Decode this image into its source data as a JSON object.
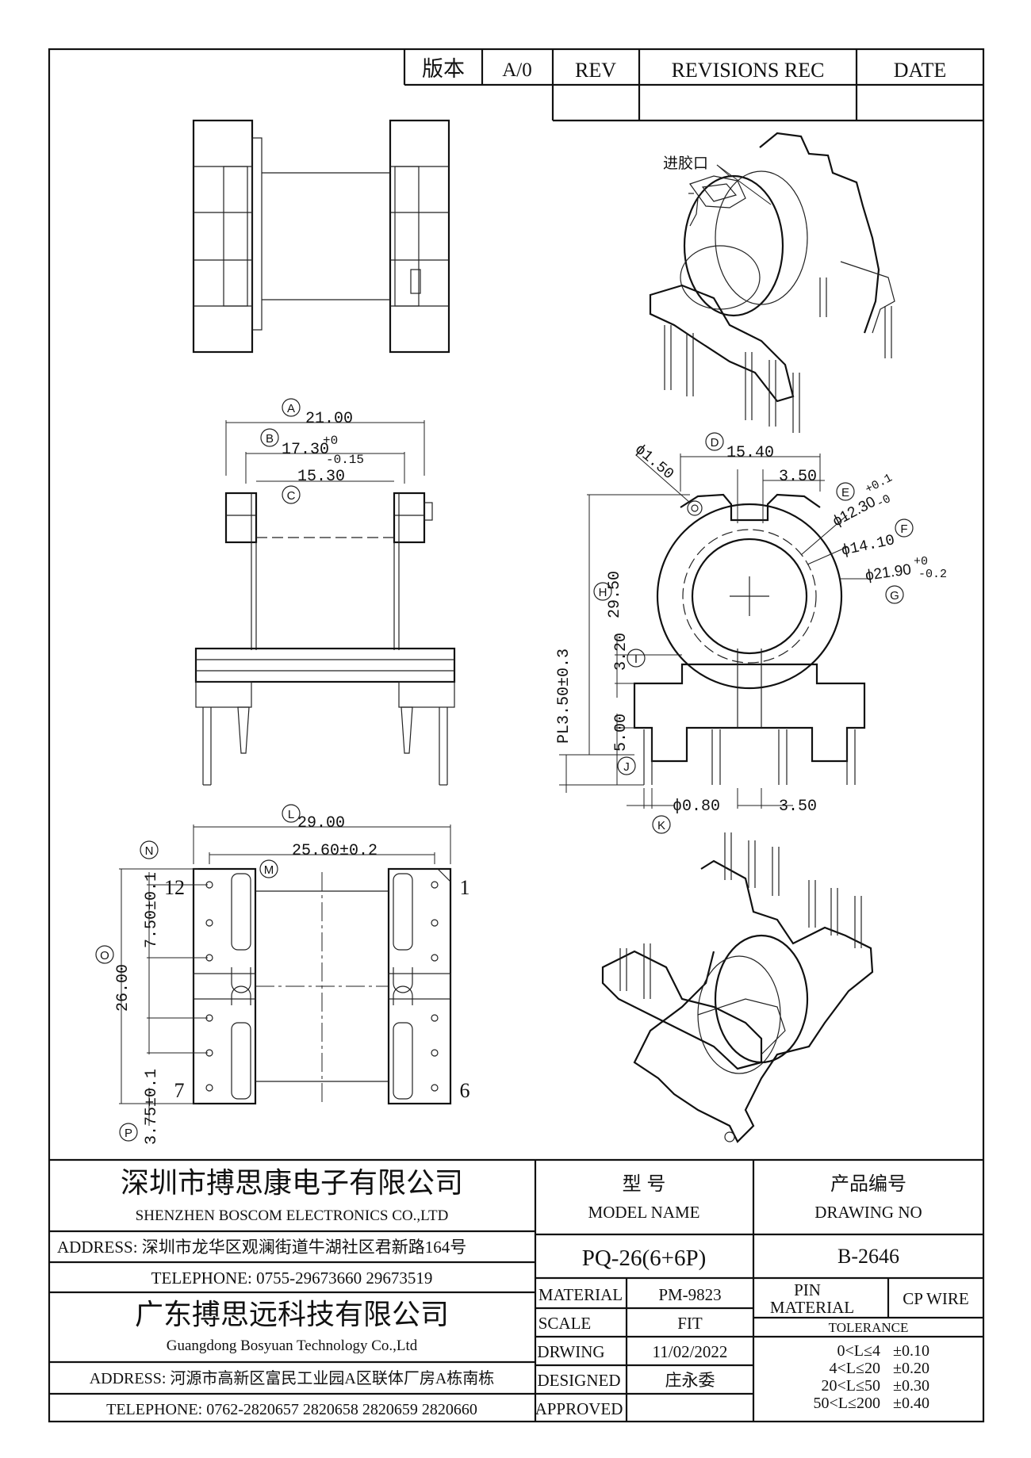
{
  "revision_table": {
    "version_label": "版本",
    "version_value": "A/0",
    "rev_label": "REV",
    "revisions_label": "REVISIONS REC",
    "date_label": "DATE"
  },
  "callouts": {
    "gate": "进胶口"
  },
  "side_view": {
    "A": "A",
    "A_value": "21.00",
    "B": "B",
    "B_value": "17.30",
    "B_tol_upper": "+0",
    "B_tol_lower": "-0.15",
    "C": "C",
    "C_value": "15.30"
  },
  "front_view": {
    "D": "D",
    "D_value": "15.40",
    "D_sub": "3.50",
    "hole_dia": "ϕ1.50",
    "E": "E",
    "E_value": "ϕ12.30",
    "E_tol_upper": "+0.1",
    "E_tol_lower": "-0",
    "F": "F",
    "F_value": "ϕ14.10",
    "G": "G",
    "G_value": "ϕ21.90",
    "G_tol_upper": "+0",
    "G_tol_lower": "-0.2",
    "H": "H",
    "H_value": "29.50",
    "I": "I",
    "I_value": "3.20",
    "J": "J",
    "J_value": "5.00",
    "pl": "PL3.50±0.3",
    "K": "K",
    "K_value": "ϕ0.80",
    "K_sub": "3.50"
  },
  "bottom_view": {
    "L": "L",
    "L_value": "29.00",
    "M": "M",
    "M_value": "25.60±0.2",
    "N": "N",
    "N_value": "7.50±0.1",
    "O": "O",
    "O_value": "26.00",
    "P": "P",
    "P_value": "3.75±0.1",
    "pin_12": "12",
    "pin_1": "1",
    "pin_7": "7",
    "pin_6": "6"
  },
  "title_block": {
    "company1_cn": "深圳市搏思康电子有限公司",
    "company1_en": "SHENZHEN BOSCOM ELECTRONICS CO.,LTD",
    "address1": "ADDRESS: 深圳市龙华区观澜街道牛湖社区君新路164号",
    "telephone1": "TELEPHONE: 0755-29673660 29673519",
    "company2_cn": "广东搏思远科技有限公司",
    "company2_en": "Guangdong Bosyuan Technology Co.,Ltd",
    "address2": "ADDRESS: 河源市高新区富民工业园A区联体厂房A栋南栋",
    "telephone2": "TELEPHONE: 0762-2820657 2820658 2820659 2820660",
    "model_cn": "型 号",
    "model_en": "MODEL NAME",
    "model_value": "PQ-26(6+6P)",
    "drawing_cn": "产品编号",
    "drawing_en": "DRAWING NO",
    "drawing_value": "B-2646",
    "material_label": "MATERIAL",
    "material_value": "PM-9823",
    "pin_material_label1": "PIN",
    "pin_material_label2": "MATERIAL",
    "pin_material_value": "CP WIRE",
    "scale_label": "SCALE",
    "scale_value": "FIT",
    "drwing_label": "DRWING",
    "drwing_value": "11/02/2022",
    "designed_label": "DESIGNED",
    "designed_value": "庄永委",
    "approved_label": "APPROVED",
    "approved_value": "",
    "tolerance_label": "TOLERANCE",
    "tolerances": [
      {
        "range": "0<L≤4",
        "tol": "±0.10"
      },
      {
        "range": "4<L≤20",
        "tol": "±0.20"
      },
      {
        "range": "20<L≤50",
        "tol": "±0.30"
      },
      {
        "range": "50<L≤200",
        "tol": "±0.40"
      }
    ]
  }
}
